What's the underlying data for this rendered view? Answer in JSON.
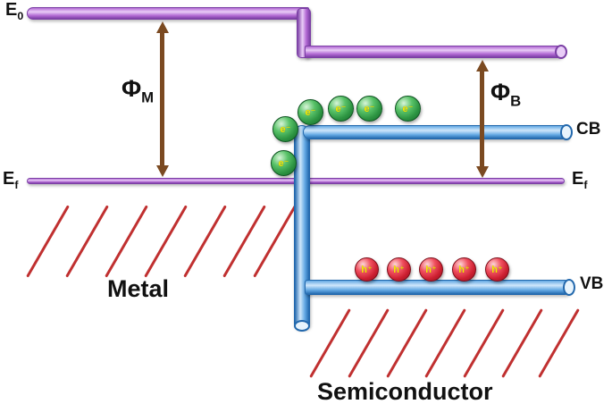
{
  "colors": {
    "purple-dark": "#7b3fa5",
    "purple-mid": "#b36ad4",
    "purple-light": "#e9cdf7",
    "blue-dark": "#2268ad",
    "blue-mid": "#64a9e4",
    "blue-light": "#cfe7fb",
    "green-dark": "#156b2a",
    "red-dark": "#8e0f1d",
    "arrow-brown": "#7b4a21",
    "hatch-red": "#c03030",
    "particle-text": "#f5e800",
    "label-black": "#111111"
  },
  "labels": {
    "e0": {
      "base": "E",
      "sub": "0"
    },
    "phi_m": {
      "base": "Φ",
      "sub": "M"
    },
    "phi_b": {
      "base": "Φ",
      "sub": "B"
    },
    "ef_left": {
      "base": "E",
      "sub": "f"
    },
    "ef_right": {
      "base": "E",
      "sub": "f"
    },
    "cb": "CB",
    "vb": "VB",
    "metal": "Metal",
    "semiconductor": "Semiconductor"
  },
  "particles": {
    "electron_label": "e⁻",
    "electron_count": 6,
    "hole_label": "h⁺",
    "hole_count": 5
  },
  "hatching": {
    "metal_line_count": 7,
    "semiconductor_line_count": 7
  }
}
